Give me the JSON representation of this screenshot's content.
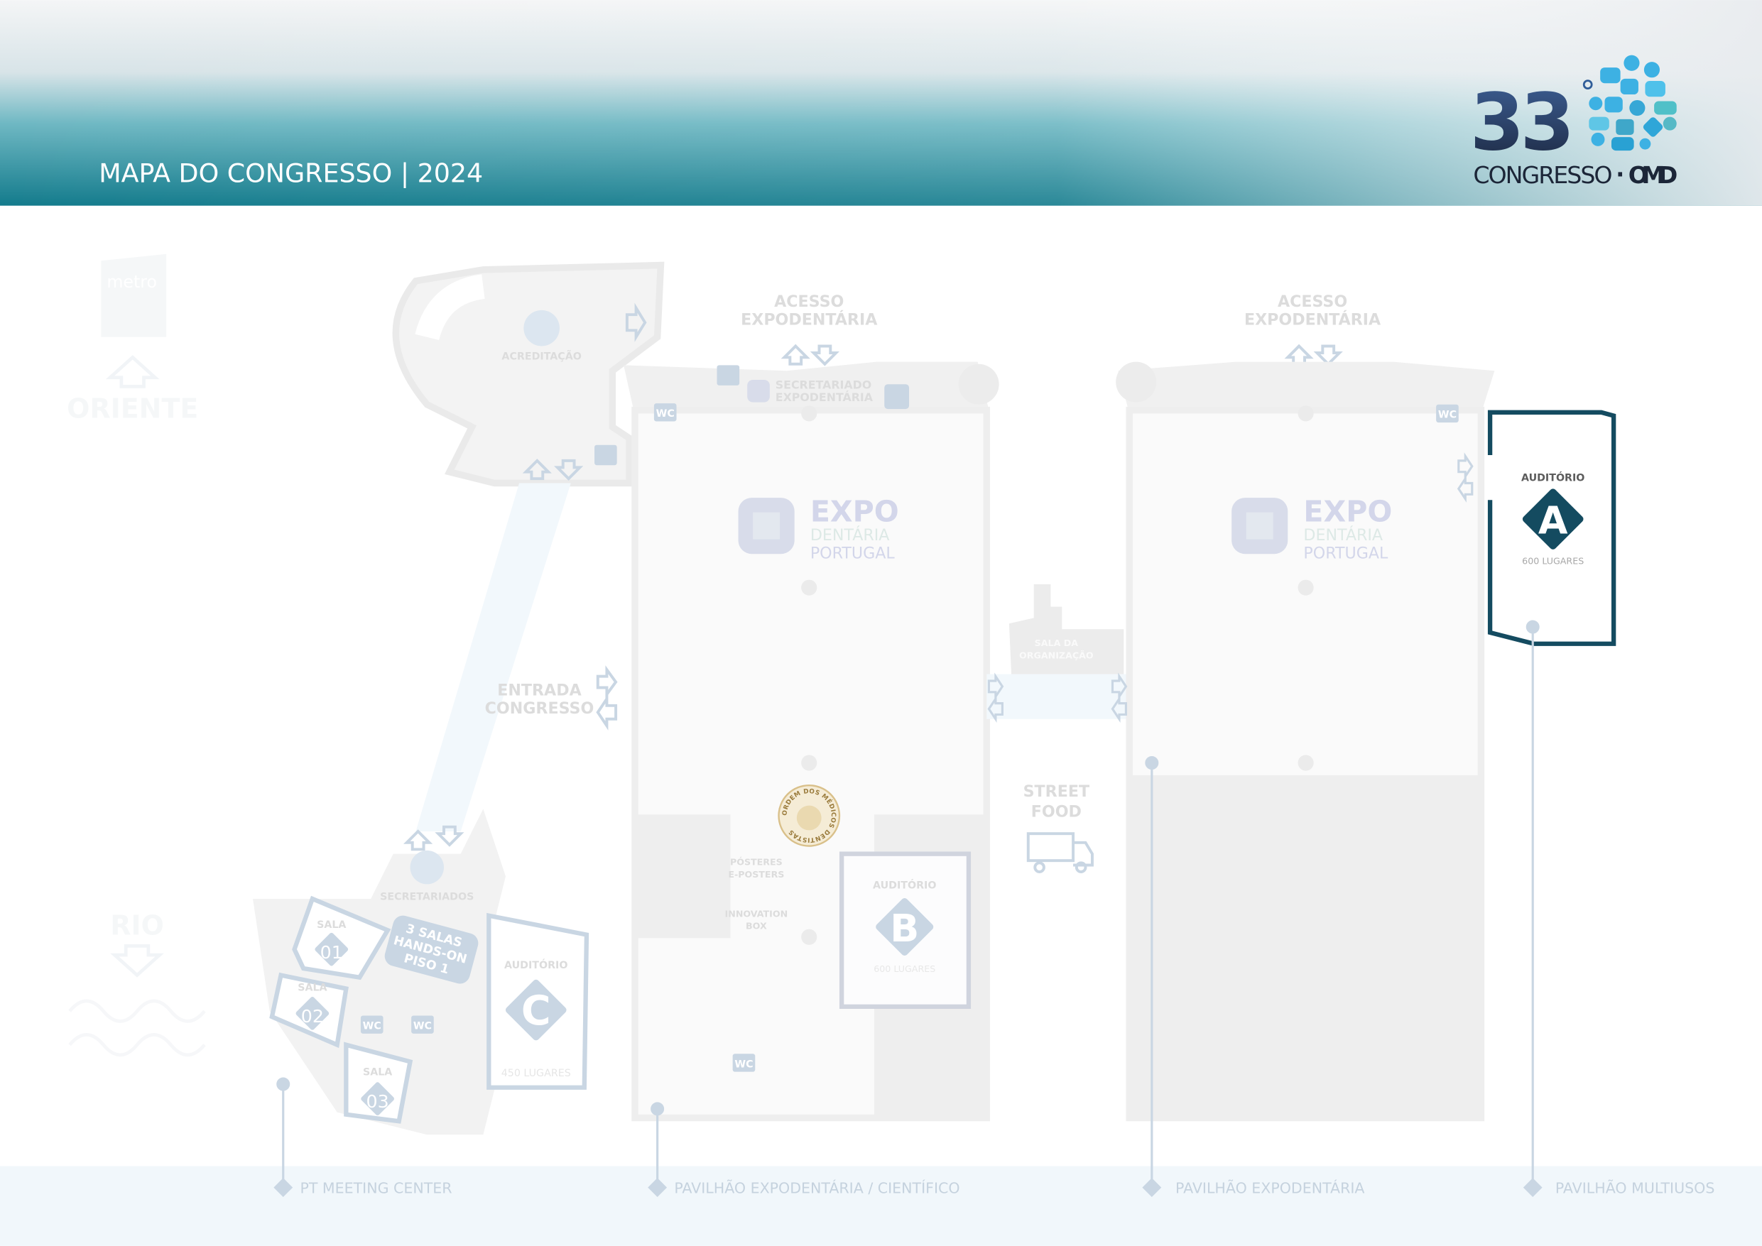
{
  "header": {
    "title": "MAPA DO CONGRESSO | 2024",
    "logo": {
      "number": "33",
      "degree": "°",
      "text": "CONGRESSO",
      "sep": "·",
      "org": "OMD"
    }
  },
  "left": {
    "metro_label": "metro",
    "oriente": "ORIENTE",
    "rio": "RIO"
  },
  "pt_meeting_center": {
    "acreditacao": "ACREDITAÇÃO",
    "secretariados": "SECRETARIADOS",
    "entrada": [
      "ENTRADA",
      "CONGRESSO"
    ],
    "hands_on": [
      "3 SALAS",
      "HANDS-ON",
      "PISO 1"
    ],
    "salas": [
      {
        "label": "SALA",
        "num": "01"
      },
      {
        "label": "SALA",
        "num": "02"
      },
      {
        "label": "SALA",
        "num": "03"
      }
    ],
    "auditorio_c": {
      "label": "AUDITÓRIO",
      "letter": "C",
      "seats": "450 LUGARES"
    },
    "wc": "WC"
  },
  "pavilhao_cientifico": {
    "acesso": [
      "ACESSO",
      "EXPODENTÁRIA"
    ],
    "secretariado": [
      "SECRETARIADO",
      "EXPODENTÁRIA"
    ],
    "expo_logo": [
      "EXPO",
      "DENTÁRIA",
      "PORTUGAL"
    ],
    "posteres": [
      "PÓSTERES",
      "E-POSTERS"
    ],
    "innovation": [
      "INNOVATION",
      "BOX"
    ],
    "auditorio_b": {
      "label": "AUDITÓRIO",
      "letter": "B",
      "seats": "600 LUGARES"
    },
    "seal_text": "ORDEM DOS MÉDICOS DENTISTAS",
    "wc": "WC"
  },
  "middle": {
    "sala_org": [
      "SALA DA",
      "ORGANIZAÇÃO"
    ],
    "street_food": [
      "STREET",
      "FOOD"
    ]
  },
  "pavilhao_expodentaria": {
    "acesso": [
      "ACESSO",
      "EXPODENTÁRIA"
    ],
    "expo_logo": [
      "EXPO",
      "DENTÁRIA",
      "PORTUGAL"
    ],
    "wc": "WC"
  },
  "auditorio_a": {
    "label": "AUDITÓRIO",
    "letter": "A",
    "seats": "600 LUGARES"
  },
  "legend": [
    {
      "label": "PT MEETING CENTER"
    },
    {
      "label": "PAVILHÃO EXPODENTÁRIA / CIENTÍFICO"
    },
    {
      "label": "PAVILHÃO EXPODENTÁRIA"
    },
    {
      "label": "PAVILHÃO MULTIUSOS"
    }
  ],
  "colors": {
    "accent": "#144b60",
    "muted_blue": "#c9d6e3",
    "header_teal": "#1f8c9c"
  }
}
